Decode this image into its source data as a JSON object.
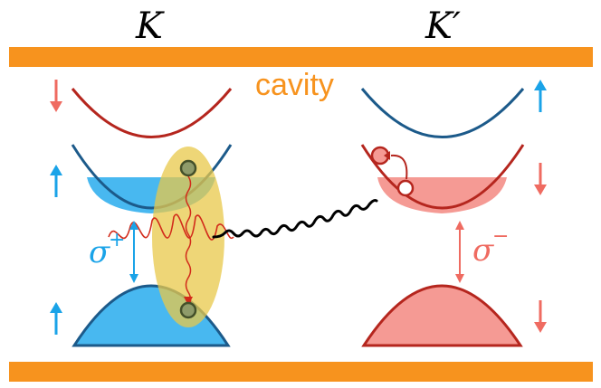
{
  "labels": {
    "valley_left": "K",
    "valley_right": "K′",
    "cavity": "cavity",
    "sigma_left": "σ",
    "sigma_left_sup": "+",
    "sigma_right": "σ",
    "sigma_right_sup": "−"
  },
  "colors": {
    "cavity_mirror": "#f7931e",
    "cavity_text": "#f7931e",
    "left_fill": "#48b8f0",
    "left_line": "#1c5a8a",
    "right_fill": "#f59a94",
    "right_line": "#b5261e",
    "arrow_blue": "#1aa3e8",
    "arrow_red": "#ef6b61",
    "exciton_ellipse": "#e8c84a",
    "photon_wave": "#000000",
    "red_wave": "#d22a1a"
  },
  "spin_arrows": {
    "left_upper": "down-arrow-icon",
    "left_middle": "up-arrow-icon",
    "left_lower": "up-arrow-icon",
    "right_upper": "up-arrow-icon",
    "right_middle": "down-arrow-icon",
    "right_lower": "down-arrow-icon"
  }
}
